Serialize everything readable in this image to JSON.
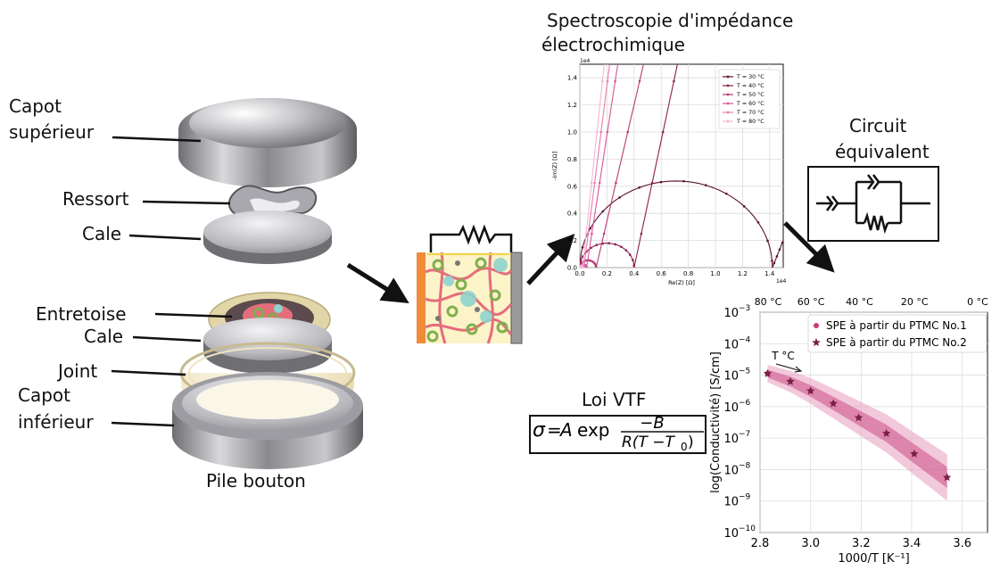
{
  "coin_cell": {
    "caption": "Pile bouton",
    "parts": {
      "top_cap": [
        "Capot",
        "supérieur"
      ],
      "spring": "Ressort",
      "shim_top": "Cale",
      "spacer": "Entretoise",
      "shim_bottom": "Cale",
      "gasket": "Joint",
      "bottom_cap": [
        "Capot",
        "inférieur"
      ]
    }
  },
  "eis": {
    "title_lines": [
      "Spectroscopie d'impédance",
      "électrochimique"
    ]
  },
  "circuit": {
    "title_lines": [
      "Circuit",
      "équivalent"
    ]
  },
  "vtf": {
    "title": "Loi VTF",
    "sigma": "σ",
    "eq": "=",
    "A": "A",
    "exp": "exp",
    "numerator": "−B",
    "denominator": "R(T −T",
    "subscript": "0",
    "close": ")"
  },
  "chart_data": [
    {
      "type": "line",
      "xlabel": "Re(Z) [Ω]",
      "ylabel": "-Im(Z) [Ω]",
      "x_scale_label": "1e4",
      "y_scale_label": "1e4",
      "xlim": [
        0,
        1.5
      ],
      "ylim": [
        0,
        1.5
      ],
      "xticks": [
        "0.0",
        "0.2",
        "0.4",
        "0.6",
        "0.8",
        "1.0",
        "1.2",
        "1.4"
      ],
      "yticks": [
        "0.0",
        "0.2",
        "0.4",
        "0.6",
        "0.8",
        "1.0",
        "1.2",
        "1.4"
      ],
      "grid": true,
      "legend_position": "top-right",
      "series": [
        {
          "name": "T = 30 °C",
          "color": "#5c1131",
          "semicircle": [
            0.0,
            1.42
          ],
          "spike": [
            [
              1.42,
              0.0
            ],
            [
              1.5,
              0.2
            ]
          ]
        },
        {
          "name": "T = 40 °C",
          "color": "#8c1e4f",
          "semicircle": [
            0.0,
            0.4
          ],
          "spike": [
            [
              0.4,
              0.0
            ],
            [
              0.72,
              1.5
            ]
          ]
        },
        {
          "name": "T = 50 °C",
          "color": "#b83a74",
          "semicircle": [
            0.0,
            0.12
          ],
          "spike": [
            [
              0.12,
              0.0
            ],
            [
              0.47,
              1.5
            ]
          ]
        },
        {
          "name": "T = 60 °C",
          "color": "#d85596",
          "semicircle": [
            0.0,
            0.05
          ],
          "spike": [
            [
              0.05,
              0.0
            ],
            [
              0.28,
              1.5
            ]
          ]
        },
        {
          "name": "T = 70 °C",
          "color": "#e77db0",
          "semicircle": [
            0.0,
            0.03
          ],
          "spike": [
            [
              0.03,
              0.0
            ],
            [
              0.22,
              1.5
            ]
          ]
        },
        {
          "name": "T = 80 °C",
          "color": "#f3b6d2",
          "semicircle": [
            0.0,
            0.02
          ],
          "spike": [
            [
              0.02,
              0.0
            ],
            [
              0.18,
              1.5
            ]
          ]
        }
      ]
    },
    {
      "type": "scatter",
      "xlabel": "1000/T [K⁻¹]",
      "ylabel": "log(Conductivité) [S/cm]",
      "xlim": [
        2.8,
        3.7
      ],
      "ylim_exp": [
        -10,
        -3
      ],
      "xticks": [
        "2.8",
        "3.0",
        "3.2",
        "3.4",
        "3.6"
      ],
      "yticks": [
        "10",
        "10",
        "10",
        "10",
        "10",
        "10",
        "10",
        "10"
      ],
      "ytick_exps": [
        "−10",
        "−9",
        "−8",
        "−7",
        "−6",
        "−5",
        "−4",
        "−3"
      ],
      "top_ticks": [
        "80 °C",
        "60 °C",
        "40 °C",
        "20 °C",
        "0 °C"
      ],
      "annotation": "T °C",
      "grid": true,
      "legend_position": "top-right",
      "series": [
        {
          "name": "SPE à partir du PTMC No.1",
          "marker": "circle",
          "color": "#cc3a78",
          "x": [
            2.83
          ],
          "log_y": [
            -4.95
          ]
        },
        {
          "name": "SPE à partir du PTMC No.2",
          "marker": "star",
          "color": "#7a1f45",
          "x": [
            2.83,
            2.92,
            3.0,
            3.09,
            3.19,
            3.3,
            3.41,
            3.54
          ],
          "log_y": [
            -4.95,
            -5.2,
            -5.5,
            -5.9,
            -6.35,
            -6.85,
            -7.5,
            -8.25
          ]
        }
      ]
    }
  ]
}
